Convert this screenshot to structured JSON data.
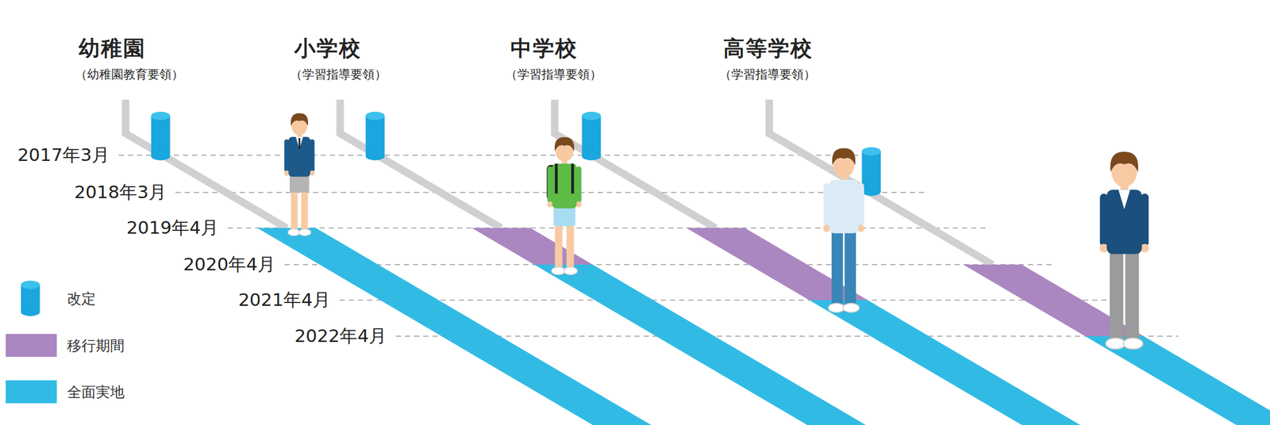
{
  "diagram": {
    "labels": [
      "幼稚園",
      "（幼稚園教育要領）",
      "小学校",
      "（学習指導要領）",
      "中学校",
      "（学習指導要領）",
      "高等学校",
      "（学習指導要領）",
      "2017年3月",
      "2018年3月",
      "2019年4月",
      "2020年4月",
      "2021年4月",
      "2022年4月"
    ],
    "legend": [
      {
        "text": "改定"
      },
      {
        "text": "移行期間",
        "color": "#ab87c1"
      },
      {
        "text": "全面実地",
        "color": "#31bbe4"
      }
    ]
  }
}
